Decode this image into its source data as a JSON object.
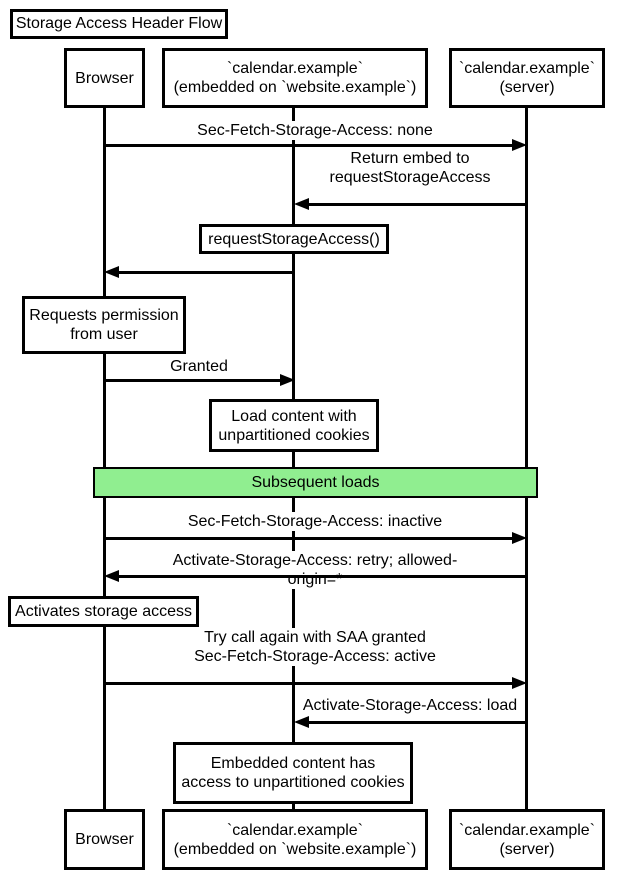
{
  "diagram": {
    "title": "Storage Access Header Flow",
    "actors": {
      "browser": {
        "line1": "Browser"
      },
      "embed": {
        "line1": "`calendar.example`",
        "line2": "(embedded on `website.example`)"
      },
      "server": {
        "line1": "`calendar.example`",
        "line2": "(server)"
      }
    },
    "messages": {
      "m1": "Sec-Fetch-Storage-Access: none",
      "m2": "Return embed to\nrequestStorageAccess",
      "m4": "Granted",
      "m5": "Sec-Fetch-Storage-Access: inactive",
      "m6": "Activate-Storage-Access: retry; allowed-origin=*",
      "m7": "Try call again with SAA granted\nSec-Fetch-Storage-Access: active",
      "m8": "Activate-Storage-Access: load"
    },
    "notes": {
      "n1": "requestStorageAccess()",
      "n2": "Requests permission\nfrom user",
      "n3": "Load content with\nunpartitioned cookies",
      "n4": "Activates storage access",
      "n5": "Embedded content has\naccess to unpartitioned cookies"
    },
    "band": {
      "label": "Subsequent loads",
      "fill": "#90EE90"
    },
    "colors": {
      "line": "#000000",
      "background": "#FFFFFF"
    }
  }
}
